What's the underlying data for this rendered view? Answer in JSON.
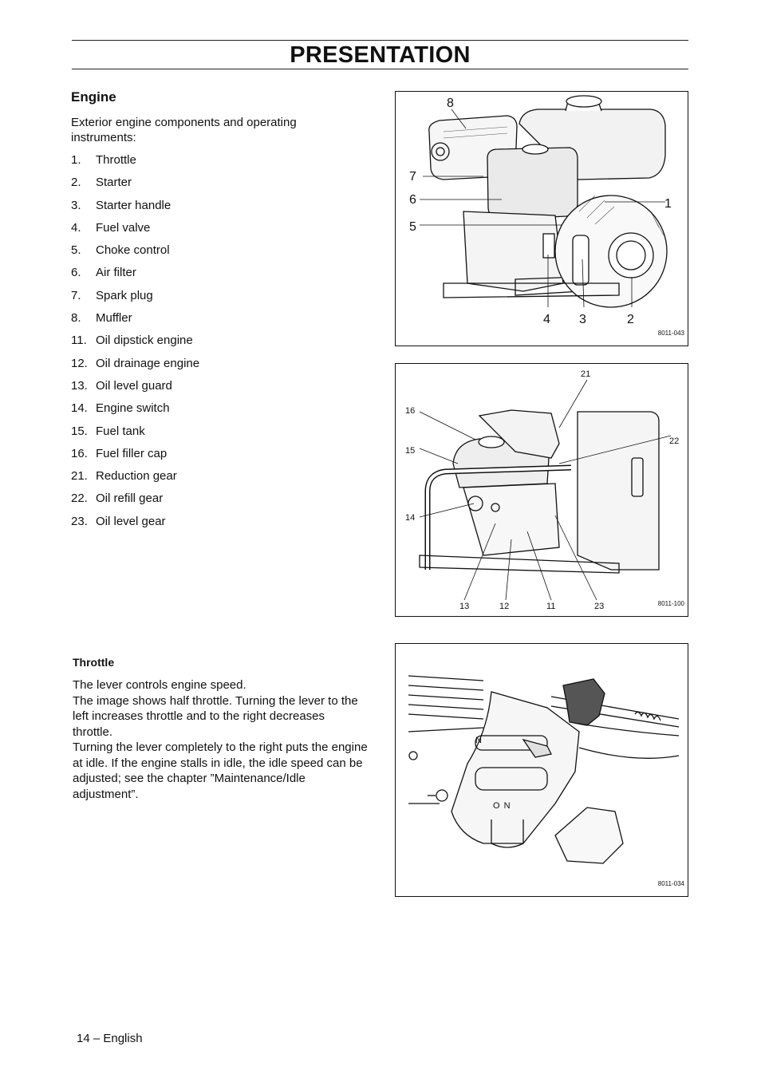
{
  "header": {
    "title": "PRESENTATION"
  },
  "engine": {
    "heading": "Engine",
    "intro": "Exterior engine components and operating instruments:",
    "items": [
      {
        "num": "1.",
        "label": "Throttle"
      },
      {
        "num": "2.",
        "label": "Starter"
      },
      {
        "num": "3.",
        "label": "Starter handle"
      },
      {
        "num": "4.",
        "label": "Fuel valve"
      },
      {
        "num": "5.",
        "label": "Choke control"
      },
      {
        "num": "6.",
        "label": "Air filter"
      },
      {
        "num": "7.",
        "label": "Spark plug"
      },
      {
        "num": "8.",
        "label": "Muffler"
      },
      {
        "num": "11.",
        "label": "Oil dipstick engine"
      },
      {
        "num": "12.",
        "label": "Oil drainage engine"
      },
      {
        "num": "13.",
        "label": "Oil level guard"
      },
      {
        "num": "14.",
        "label": "Engine switch"
      },
      {
        "num": "15.",
        "label": "Fuel tank"
      },
      {
        "num": "16.",
        "label": "Fuel filler cap"
      },
      {
        "num": "21.",
        "label": "Reduction gear"
      },
      {
        "num": "22.",
        "label": "Oil refill gear"
      },
      {
        "num": "23.",
        "label": "Oil level gear"
      }
    ]
  },
  "throttle": {
    "heading": "Throttle",
    "paragraphs": [
      "The lever controls engine speed.",
      "The image shows half throttle. Turning the lever to the left increases throttle and to the right decreases throttle.",
      "Turning the lever completely to the right puts the engine at idle. If the engine stalls in idle, the idle speed can be adjusted; see the chapter ”Maintenance/Idle adjustment”."
    ]
  },
  "figures": {
    "fig1": {
      "code": "8011-043",
      "callouts": {
        "c8": "8",
        "c7": "7",
        "c6": "6",
        "c5": "5",
        "c1": "1",
        "c4": "4",
        "c3": "3",
        "c2": "2"
      }
    },
    "fig2": {
      "code": "8011-100",
      "callouts": {
        "c21": "21",
        "c16": "16",
        "c22": "22",
        "c15": "15",
        "c14": "14",
        "c13": "13",
        "c12": "12",
        "c11": "11",
        "c23": "23"
      }
    },
    "fig3": {
      "code": "8011-034",
      "marks": {
        "on": "O N",
        "n": "N"
      }
    }
  },
  "footer": {
    "page": "14 – English"
  }
}
